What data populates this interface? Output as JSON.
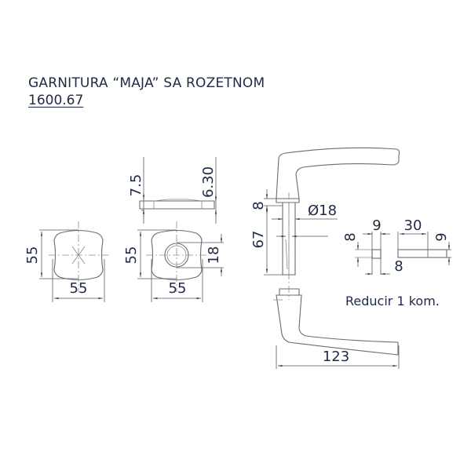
{
  "header": {
    "title": "GARNITURA “MAJA” SA ROZETNOM",
    "code": "1600.67"
  },
  "views": {
    "rosette_front_x": {
      "height_label": "55",
      "width_label": "55"
    },
    "rosette_side": {
      "total_height_label": "7.5",
      "body_height_label": "6.30"
    },
    "rosette_front_hole": {
      "height_label": "55",
      "width_label": "55",
      "hole_diameter_label": "18"
    },
    "handle": {
      "neck_height_label": "8",
      "shank_length_label": "67",
      "diameter_label": "Ø18",
      "length_label": "123"
    },
    "reducer": {
      "height_label": "8",
      "square_label": "9",
      "length_label": "30",
      "side_label": "9",
      "bottom_label": "8",
      "note": "Reducir 1 kom."
    }
  },
  "colors": {
    "text": "#1f2a44",
    "lines": "#6b6b73"
  }
}
